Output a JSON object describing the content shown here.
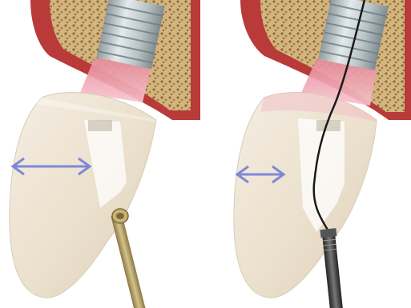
{
  "panels": [
    {
      "id": "left",
      "arrow": "bidirectional-measurement-arrow",
      "instrument": "brass-probe"
    },
    {
      "id": "right",
      "arrow": "bidirectional-measurement-arrow",
      "instrument": "dark-handpiece-with-wire"
    }
  ],
  "colors": {
    "gingiva": "#b93a38",
    "bone": "#cfae76",
    "implant": "#c9d3d6",
    "pink_zone": "#f0a8b4",
    "crown": "#eee4d2",
    "arrow": "#8088d4",
    "brass": "#b6a06a",
    "instrument_dark": "#3b3b3b",
    "wire": "#1a1a1a"
  }
}
